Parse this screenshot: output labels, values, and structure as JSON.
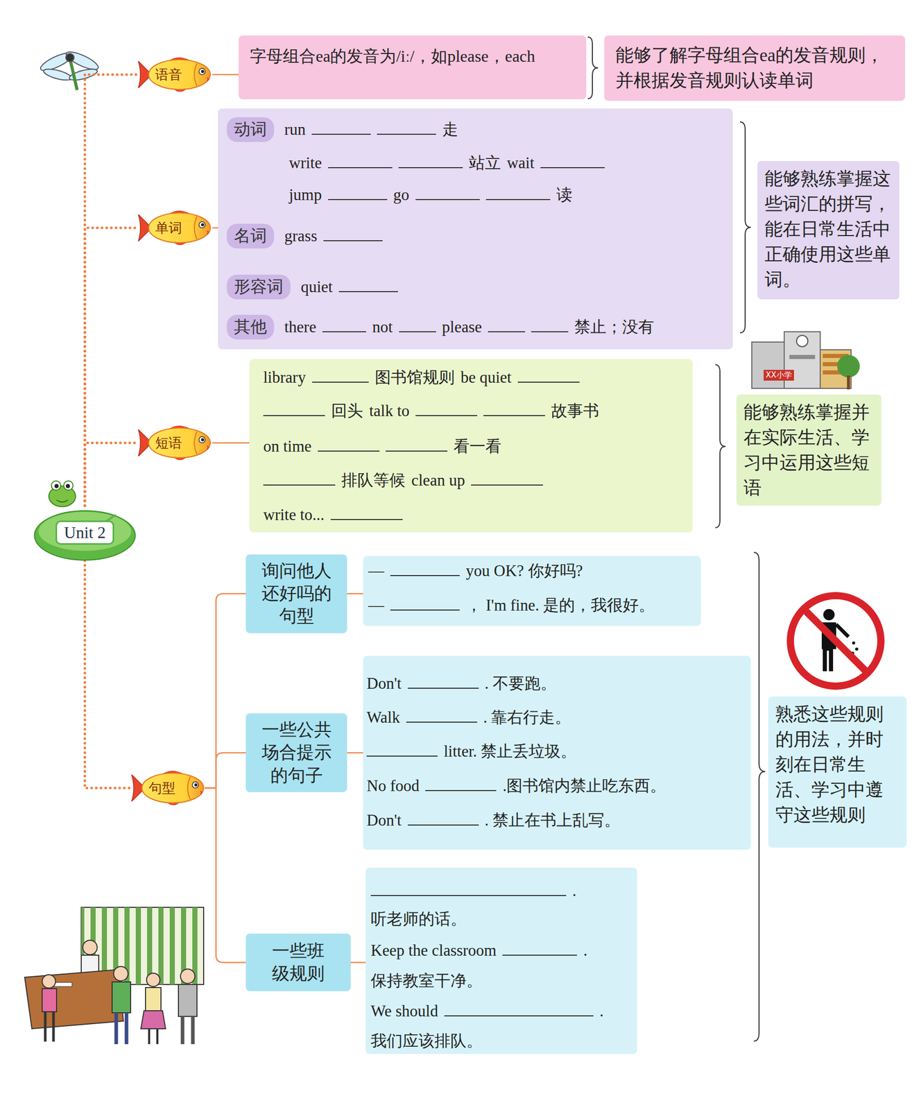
{
  "diagram": {
    "nodes": [
      {
        "text": [
          "Unit 2"
        ]
      },
      {
        "text": [
          "语音"
        ]
      },
      {
        "text": [
          "字母组合ea的发音为/iː/，如please，each"
        ]
      },
      {
        "text": [
          "能够了解字母组合ea的发音规则，并根据发音规则认读单词"
        ]
      },
      {
        "text": [
          "单词"
        ]
      },
      {
        "text": [
          "run",
          "走",
          "write",
          "站立",
          "wait",
          "jump",
          "go",
          "读",
          "grass",
          "quiet",
          "there",
          "not",
          "please",
          "禁止；没有"
        ]
      },
      {
        "text": [
          "动词"
        ],
        "in": 5
      },
      {
        "text": [
          "名词"
        ],
        "in": 5
      },
      {
        "text": [
          "形容词"
        ],
        "in": 5
      },
      {
        "text": [
          "其他"
        ],
        "in": 5
      },
      {
        "text": [
          "能够熟练掌握这些词汇的拼写，能在日常生活中正确使用这些单词。"
        ]
      },
      {
        "text": [
          "短语"
        ]
      },
      {
        "text": [
          "library",
          "图书馆规则",
          "be quiet",
          "回头",
          "talk to",
          "故事书",
          "on time",
          "看一看",
          "排队等候",
          "clean up",
          "write to..."
        ]
      },
      {
        "text": [
          "能够熟练掌握并在实际生活、学习中运用这些短语"
        ]
      },
      {
        "text": [
          "句型"
        ]
      },
      {
        "text": [
          "询问他人还好吗的句型"
        ]
      },
      {
        "text": [
          "—",
          "you OK? 你好吗?",
          "—",
          "， I'm fine. 是的，我很好。"
        ]
      },
      {
        "text": [
          "一些公共场合提示的句子"
        ]
      },
      {
        "text": [
          "Don't",
          ". 不要跑。",
          "Walk",
          ". 靠右行走。",
          "litter. 禁止丢垃圾。",
          "No food",
          ".图书馆内禁止吃东西。",
          "Don't",
          ". 禁止在书上乱写。"
        ]
      },
      {
        "text": [
          "一些班级规则"
        ]
      },
      {
        "text": [
          ".",
          "听老师的话。",
          "Keep the classroom",
          ".",
          "保持教室干净。",
          "We should",
          ".",
          "我们应该排队。"
        ]
      },
      {
        "text": [
          "熟悉这些规则的用法，并时刻在日常生活、学习中遵守这些规则"
        ]
      }
    ],
    "edges": [
      {
        "from": 0,
        "to": 1,
        "arrow": "none"
      },
      {
        "from": 0,
        "to": 4,
        "arrow": "none"
      },
      {
        "from": 0,
        "to": 11,
        "arrow": "none"
      },
      {
        "from": 0,
        "to": 14,
        "arrow": "none"
      },
      {
        "from": 1,
        "to": 2,
        "arrow": "none"
      },
      {
        "from": 4,
        "to": 5,
        "arrow": "none"
      },
      {
        "from": 11,
        "to": 12,
        "arrow": "none"
      },
      {
        "from": 14,
        "to": 15,
        "arrow": "none"
      },
      {
        "from": 14,
        "to": 17,
        "arrow": "none"
      },
      {
        "from": 14,
        "to": 19,
        "arrow": "none"
      },
      {
        "from": 15,
        "to": 16,
        "arrow": "none"
      },
      {
        "from": 17,
        "to": 18,
        "arrow": "none"
      },
      {
        "from": 19,
        "to": 20,
        "arrow": "none"
      }
    ],
    "labels": [
      "XX小学"
    ]
  }
}
